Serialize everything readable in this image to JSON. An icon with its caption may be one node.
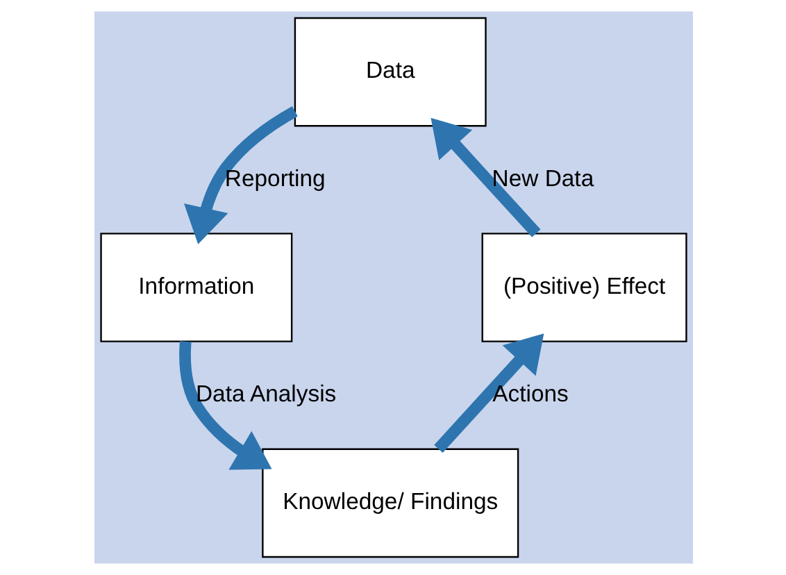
{
  "diagram": {
    "nodes": [
      {
        "text": [
          "Data"
        ]
      },
      {
        "text": [
          "Information"
        ]
      },
      {
        "text": [
          "Knowledge/ Findings"
        ]
      },
      {
        "text": [
          "(Positive) Effect"
        ]
      }
    ],
    "edges": [
      {
        "from": 0,
        "to": 1,
        "arrow": "to",
        "label": "Reporting"
      },
      {
        "from": 1,
        "to": 2,
        "arrow": "to",
        "label": "Data Analysis"
      },
      {
        "from": 2,
        "to": 3,
        "arrow": "to",
        "label": "Actions"
      },
      {
        "from": 3,
        "to": 0,
        "arrow": "to",
        "label": "New Data"
      }
    ]
  }
}
